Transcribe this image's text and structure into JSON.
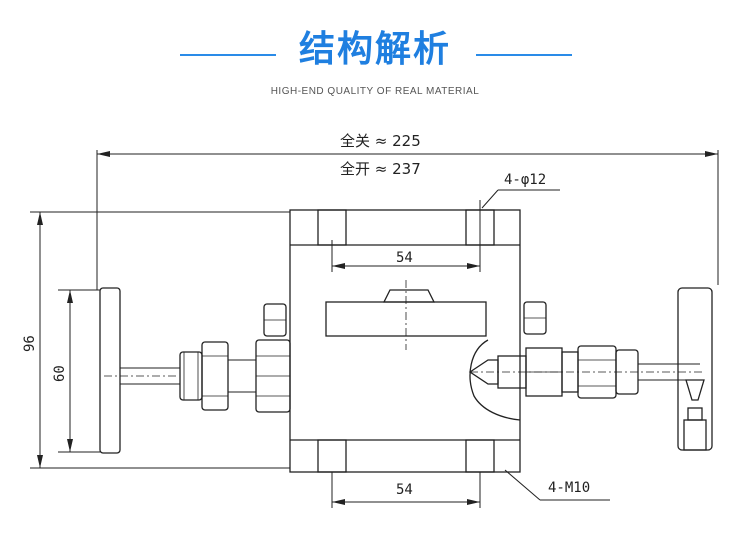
{
  "header": {
    "title": "结构解析",
    "subtitle": "HIGH-END QUALITY OF REAL MATERIAL",
    "accent_color": "#1f7fe0"
  },
  "drawing": {
    "overall_closed": "全关 ≈ 225",
    "overall_open": "全开 ≈ 237",
    "hole_callout": "4-φ12",
    "thread_callout": "4-M10",
    "top_width": "54",
    "bottom_width": "54",
    "height_outer": "96",
    "height_inner": "60"
  }
}
